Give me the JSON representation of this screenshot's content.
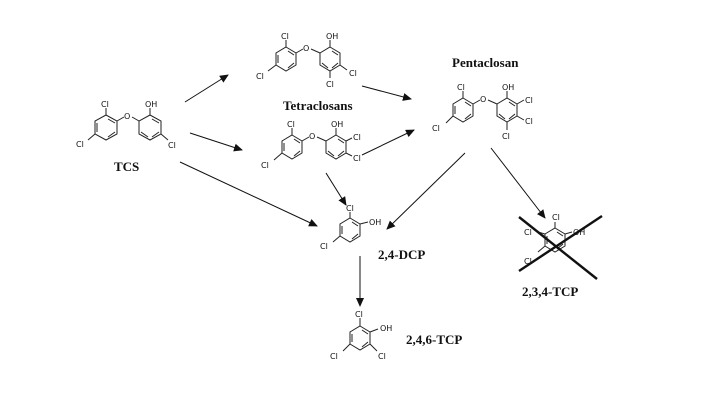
{
  "compounds": {
    "tcs": "TCS",
    "tetraclosans": "Tetraclosans",
    "pentaclosan": "Pentaclosan",
    "dcp": "2,4-DCP",
    "tcp246": "2,4,6-TCP",
    "tcp234": "2,3,4-TCP"
  },
  "atoms": {
    "cl": "Cl",
    "oh": "OH",
    "o": "O"
  }
}
